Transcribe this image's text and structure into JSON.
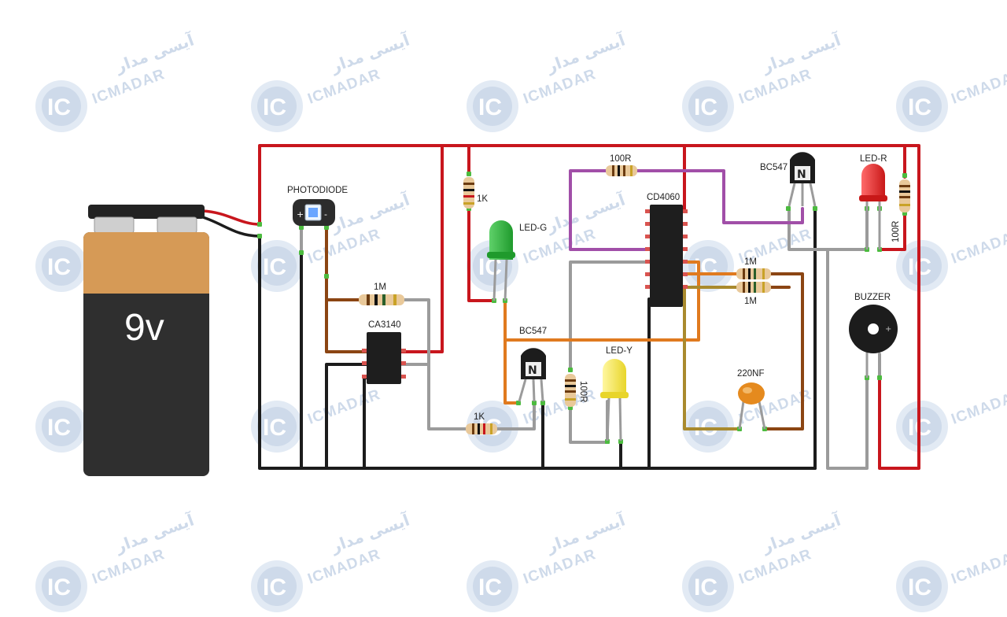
{
  "watermark": {
    "brand_latin": "ICMADAR",
    "brand_persian": "آیسی مدار",
    "logo_text": "IC"
  },
  "battery": {
    "label": "9v"
  },
  "components": {
    "photodiode": "PHOTODIODE",
    "r_1m_a": "1M",
    "opamp": "CA3140",
    "r_1k_a": "1K",
    "led_g": "LED-G",
    "r_100r_a": "100R",
    "counter": "CD4060",
    "q1": "BC547",
    "led_r": "LED-R",
    "r_100r_b": "100R",
    "r_1m_b": "1M",
    "r_1m_c": "1M",
    "buzzer": "BUZZER",
    "q2": "BC547",
    "led_y": "LED-Y",
    "r_100r_c": "100R",
    "cap": "220NF",
    "r_1k_b": "1K"
  },
  "colors": {
    "red_wire": "#c8161d",
    "black_wire": "#1c1c1c",
    "gray_wire": "#9b9b9b",
    "brown_wire": "#8b4513",
    "orange_wire": "#e07a1f",
    "purple_wire": "#a14fa8",
    "olive_wire": "#a98a2e",
    "watermark": "#c9d6e8"
  }
}
